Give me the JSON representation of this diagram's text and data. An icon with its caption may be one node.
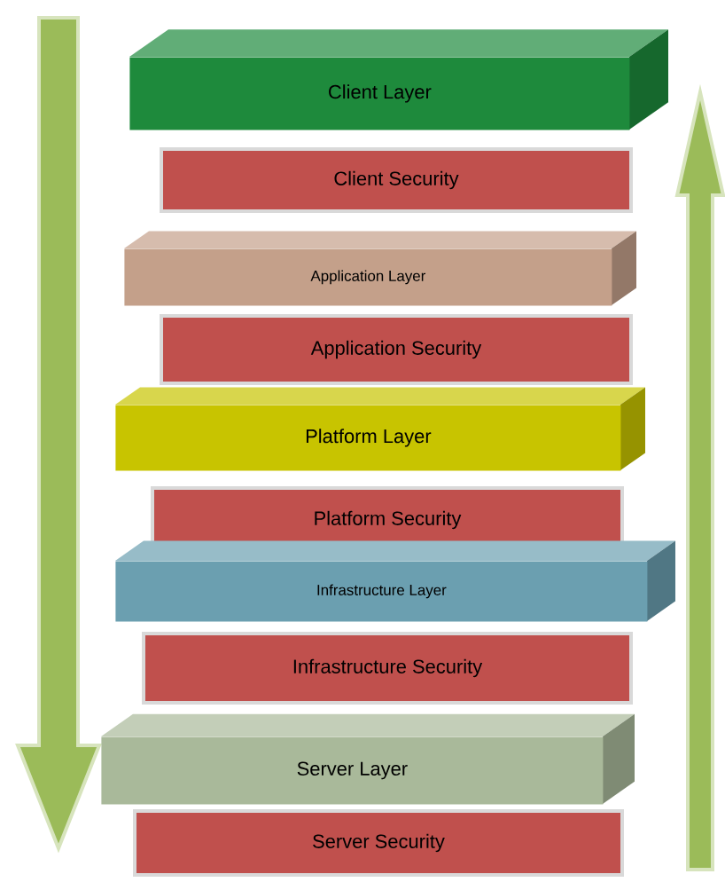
{
  "diagram": {
    "nodes": [
      {
        "text": [
          "Client Layer"
        ]
      },
      {
        "text": [
          "Client Security"
        ]
      },
      {
        "text": [
          "Application Layer"
        ]
      },
      {
        "text": [
          "Application Security"
        ]
      },
      {
        "text": [
          "Platform Layer"
        ]
      },
      {
        "text": [
          "Platform Security"
        ]
      },
      {
        "text": [
          "Infrastructure Layer"
        ]
      },
      {
        "text": [
          "Infrastructure Security"
        ]
      },
      {
        "text": [
          "Server Layer"
        ]
      },
      {
        "text": [
          "Server Security"
        ]
      }
    ]
  }
}
